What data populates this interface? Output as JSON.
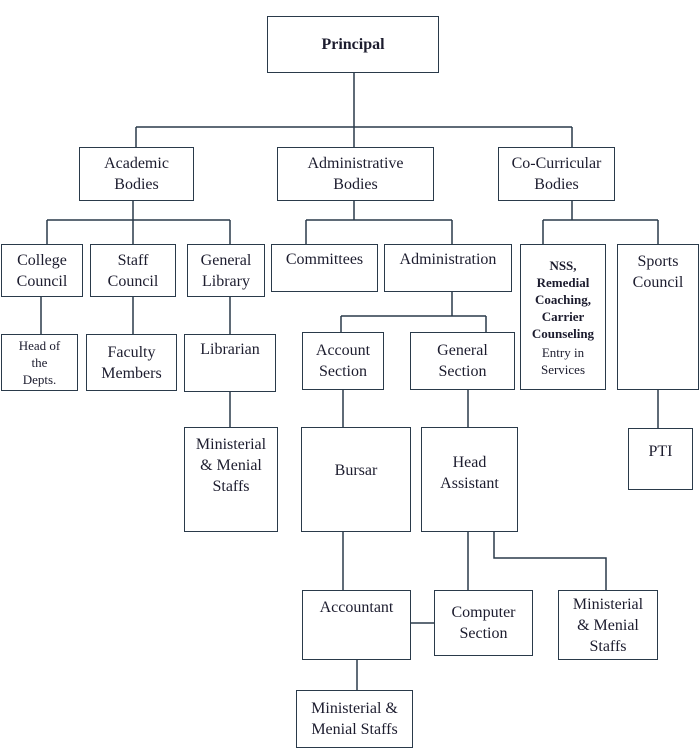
{
  "chart": {
    "principal": "Principal",
    "academic": "Academic\nBodies",
    "administrative": "Administrative\nBodies",
    "cocurricular": "Co-Curricular\nBodies",
    "college_council": "College\nCouncil",
    "staff_council": "Staff\nCouncil",
    "general_library": "General\nLibrary",
    "committees": "Committees",
    "administration": "Administration",
    "nss_title": "NSS,\nRemedial\nCoaching,\nCarrier\nCounseling",
    "nss_sub": "Entry in\nServices",
    "sports_council": "Sports\nCouncil",
    "head_of_depts": "Head of\nthe\nDepts.",
    "faculty_members": "Faculty\nMembers",
    "librarian": "Librarian",
    "account_section": "Account\nSection",
    "general_section": "General\nSection",
    "ministerial_library": "Ministerial\n& Menial\nStaffs",
    "bursar": "Bursar",
    "head_assistant": "Head\nAssistant",
    "pti": "PTI",
    "accountant": "Accountant",
    "computer_section": "Computer\nSection",
    "ministerial_head": "Ministerial\n& Menial\nStaffs",
    "ministerial_accountant": "Ministerial  &\nMenial Staffs"
  },
  "colors": {
    "line": "#2a3a4a",
    "text": "#1c1c2e"
  }
}
